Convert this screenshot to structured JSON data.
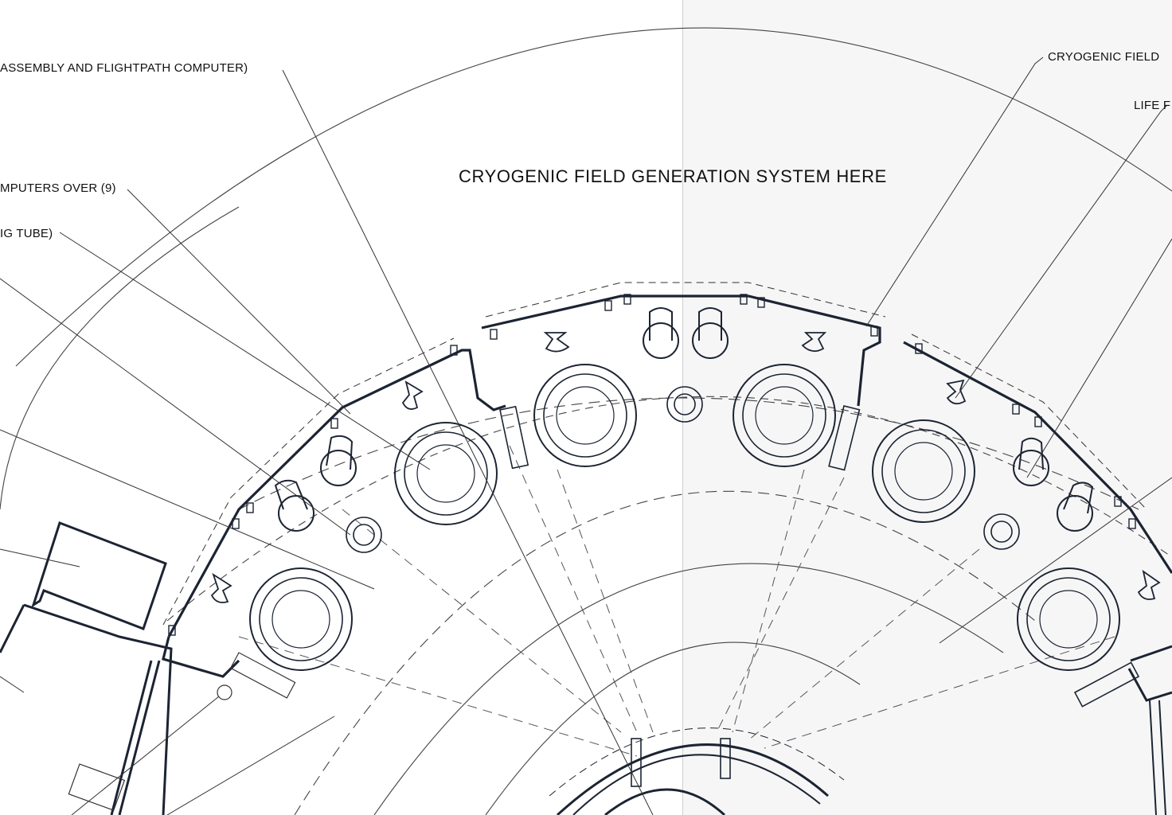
{
  "diagram": {
    "title": "CRYOGENIC FIELD GENERATION SYSTEM HERE",
    "callouts": [
      "ASSEMBLY AND FLIGHTPATH COMPUTER)",
      "MPUTERS OVER (9)",
      "IG TUBE)",
      "CRYOGENIC FIELD",
      "LIFE F"
    ]
  },
  "colors": {
    "ink": "#1c2433",
    "fine_line": "#444444",
    "paper_left": "#ffffff",
    "paper_right": "#f6f6f6"
  }
}
